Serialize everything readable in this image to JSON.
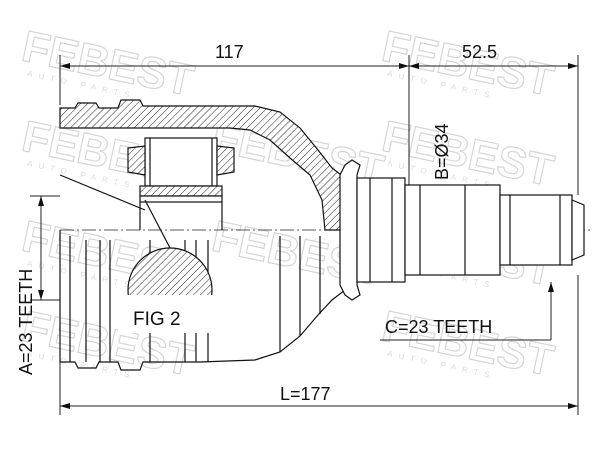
{
  "dimensions": {
    "overall_length": "L=177",
    "housing_length": "117",
    "shaft_length": "52.5",
    "shaft_diameter": "B=Ø34",
    "inner_teeth": "A=23 TEETH",
    "outer_teeth": "C=23 TEETH"
  },
  "callouts": {
    "figure_label": "FIG 2"
  },
  "watermark": {
    "brand": "FEBEST",
    "sub": "AUTO PARTS"
  }
}
